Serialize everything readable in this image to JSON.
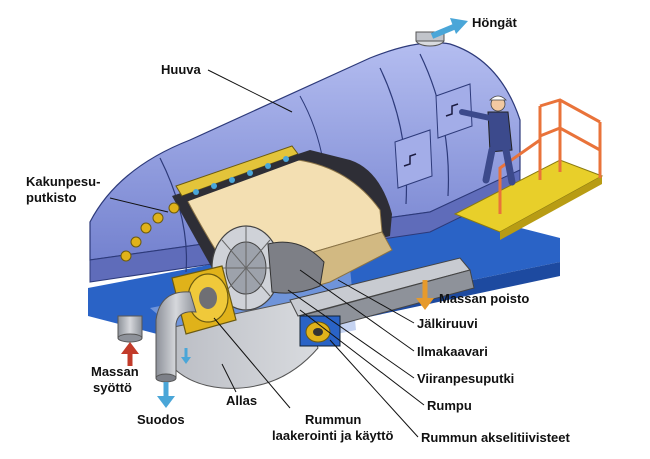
{
  "labels": {
    "hongat": "Höngät",
    "huuva": "Huuva",
    "kakunpesu_line1": "Kakunpesu-",
    "kakunpesu_line2": "putkisto",
    "massan_poisto": "Massan poisto",
    "jalkiruuvi": "Jälkiruuvi",
    "ilmakaavari": "Ilmakaavari",
    "viiranpesuputki": "Viiranpesuputki",
    "rumpu": "Rumpu",
    "akselitiivisteet": "Rummun akselitiivisteet",
    "massan_syotto_line1": "Massan",
    "massan_syotto_line2": "syöttö",
    "suodos": "Suodos",
    "allas": "Allas",
    "laakerointi_line1": "Rummun",
    "laakerointi_line2": "laakerointi ja käyttö"
  },
  "colors": {
    "hood": "#9aa6e6",
    "hood_dark": "#6f7cc8",
    "frame": "#2a63c6",
    "drum_pulp": "#f3dfb2",
    "pipe": "#a7abb3",
    "bearing": "#e0b21a",
    "arrow_blue": "#4aa6d8",
    "arrow_orange": "#e69a2c",
    "arrow_red": "#c23b2a",
    "railing": "#e9733a",
    "grating": "#e8cf2a"
  }
}
